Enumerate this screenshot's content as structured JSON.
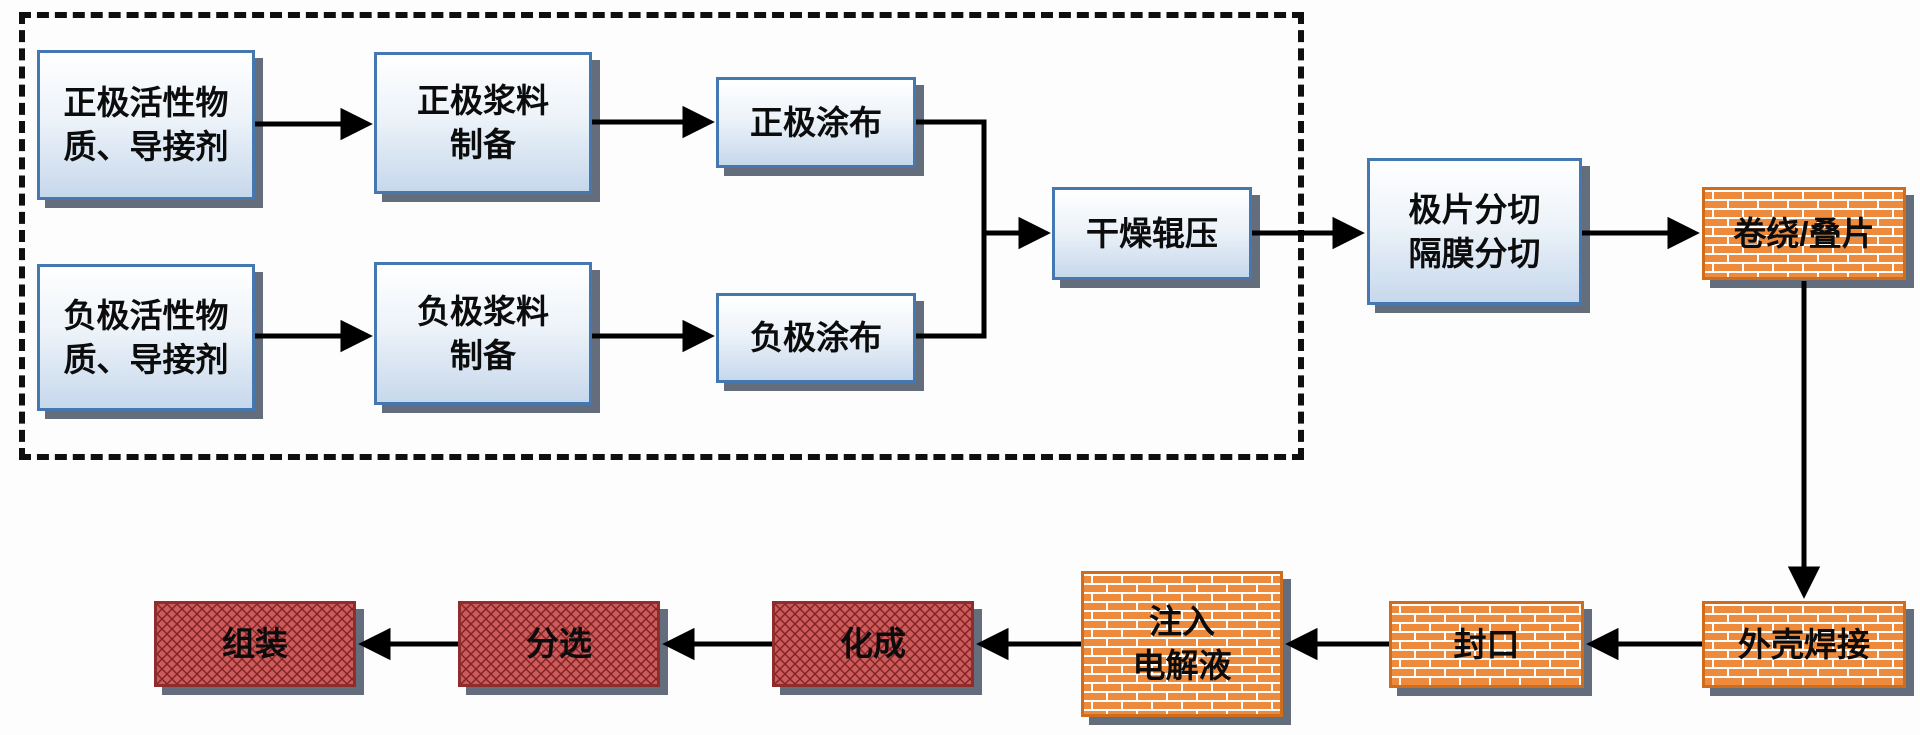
{
  "colors": {
    "arrow": "#000000",
    "blue_border": "#4577b0",
    "blue_fill_bottom": "#c7d8ec",
    "orange_brick": "#ee8a3c",
    "orange_mortar": "#ffffff",
    "red_fill": "#cd5b5b",
    "red_hatch": "#7e2222",
    "shadow": "#384456"
  },
  "nodes": {
    "pos_material": "正极活性物\n质、导接剂",
    "pos_slurry": "正极浆料\n制备",
    "pos_coating": "正极涂布",
    "neg_material": "负极活性物\n质、导接剂",
    "neg_slurry": "负极浆料\n制备",
    "neg_coating": "负极涂布",
    "dry_roll": "干燥辊压",
    "slitting": "极片分切\n隔膜分切",
    "winding": "卷绕/叠片",
    "shell_welding": "外壳焊接",
    "sealing": "封口",
    "electrolyte": "注入\n电解液",
    "formation": "化成",
    "sorting": "分选",
    "assembly": "组装"
  }
}
